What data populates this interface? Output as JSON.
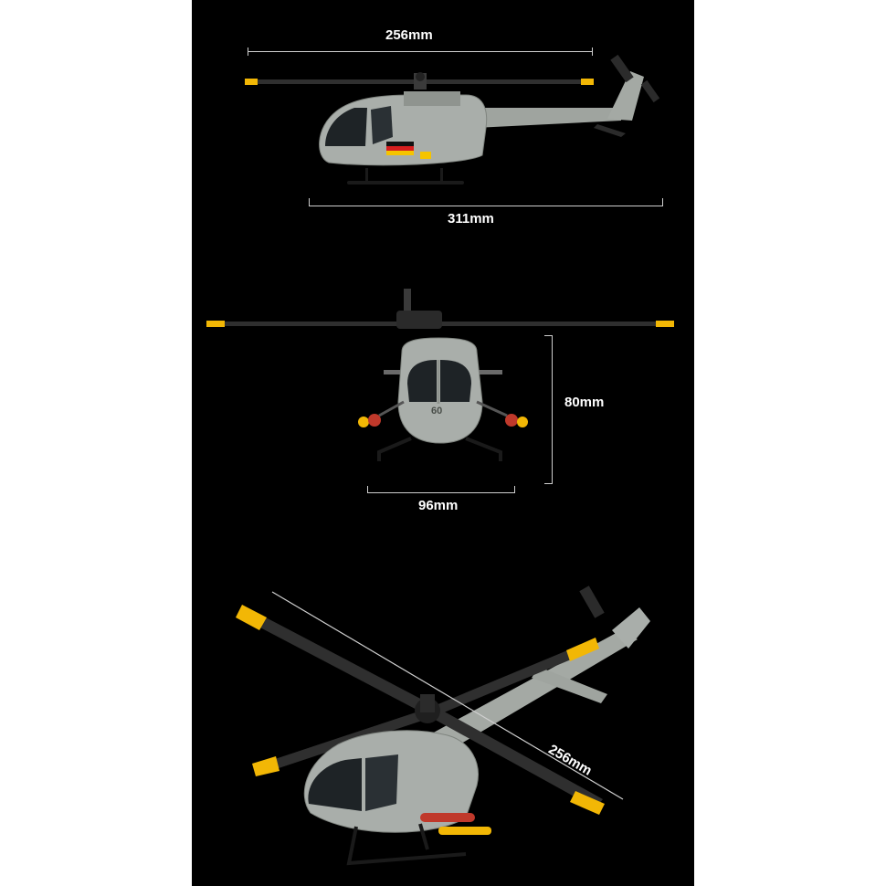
{
  "dimensions": {
    "side_rotor_diameter": "256mm",
    "side_length": "311mm",
    "front_height": "80mm",
    "front_width": "96mm",
    "perspective_rotor_diameter": "256mm"
  },
  "markings": {
    "tail_number": "60"
  },
  "colors": {
    "background": "#000000",
    "body": "#a9aeaa",
    "blade": "#2b2b2b",
    "blade_tip": "#f2b705",
    "rocket": "#c0392b",
    "flag_black": "#111111",
    "flag_red": "#d61f1f",
    "flag_gold": "#f5c400"
  }
}
